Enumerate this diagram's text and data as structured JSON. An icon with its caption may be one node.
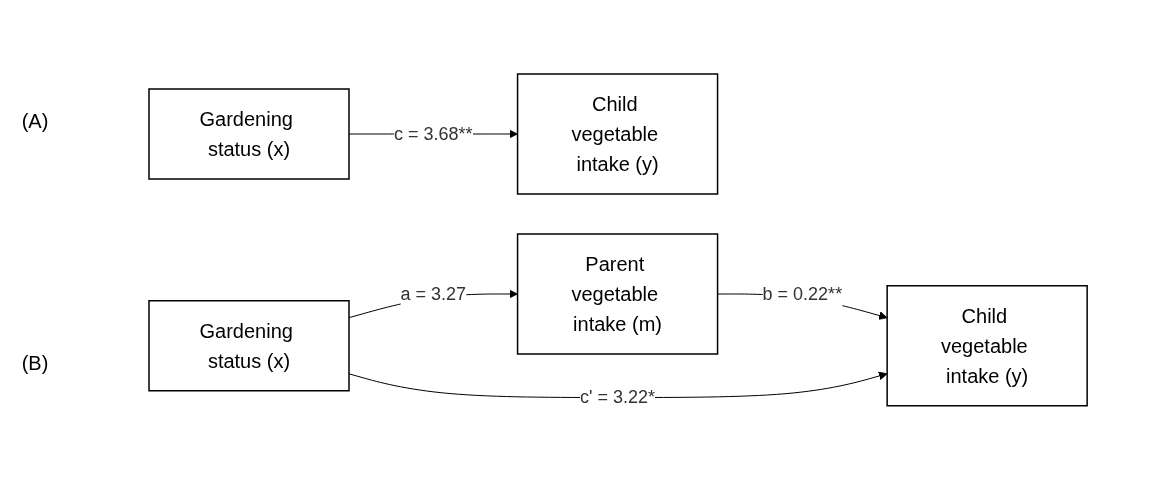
{
  "diagram": {
    "nodes": [
      {
        "text": [
          "Gardening status (x)"
        ]
      },
      {
        "text": [
          "Child vegetable intake (y)"
        ]
      },
      {
        "text": [
          "Gardening status (x)"
        ]
      },
      {
        "text": [
          "Parent vegetable intake (m)"
        ]
      },
      {
        "text": [
          "Child vegetable intake (y)"
        ]
      }
    ],
    "edges": [
      {
        "from": 0,
        "to": 1,
        "arrow": "to",
        "label": "c = 3.68**"
      },
      {
        "from": 2,
        "to": 3,
        "arrow": "to",
        "label": "a = 3.27"
      },
      {
        "from": 3,
        "to": 4,
        "arrow": "to",
        "label": "b = 0.22**"
      },
      {
        "from": 2,
        "to": 4,
        "arrow": "to",
        "label": "c' = 3.22*"
      }
    ],
    "labels": [
      "(A)",
      "(B)"
    ]
  }
}
